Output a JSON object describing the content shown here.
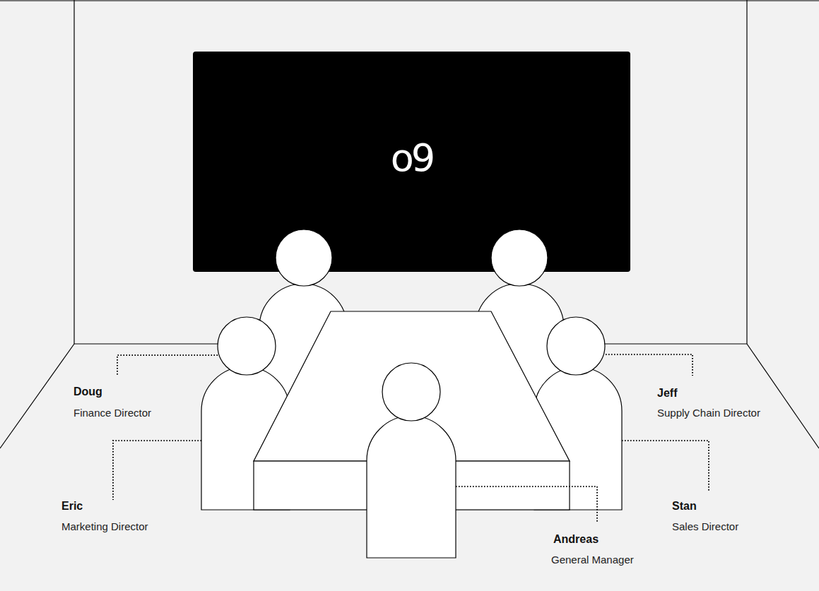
{
  "diagram": {
    "nodes": [
      {
        "text": [
          "o9"
        ]
      }
    ],
    "labels": [
      "Doug",
      "Finance Director",
      "Eric",
      "Marketing Director",
      "Jeff",
      "Supply Chain Director",
      "Stan",
      "Sales Director",
      "Andreas",
      "General Manager"
    ]
  }
}
